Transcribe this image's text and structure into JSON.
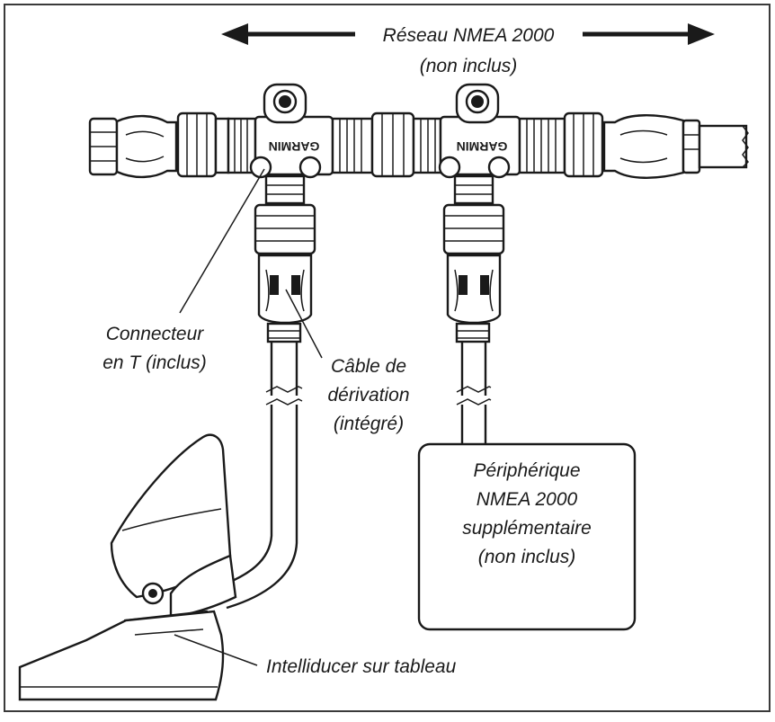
{
  "network": {
    "line1": "Réseau NMEA 2000",
    "line2": "(non inclus)"
  },
  "brand": "GARMIN",
  "tconnector": {
    "line1": "Connecteur",
    "line2": "en T (inclus)"
  },
  "dropcable": {
    "line1": "Câble de",
    "line2": "dérivation",
    "line3": "(intégré)"
  },
  "device": {
    "line1": "Périphérique",
    "line2": "NMEA 2000",
    "line3": "supplémentaire",
    "line4": "(non inclus)"
  },
  "transducer": {
    "label": "Intelliducer sur tableau"
  },
  "colors": {
    "ink": "#1a1a1a",
    "paper": "#ffffff",
    "frame": "#3a3a3a"
  }
}
